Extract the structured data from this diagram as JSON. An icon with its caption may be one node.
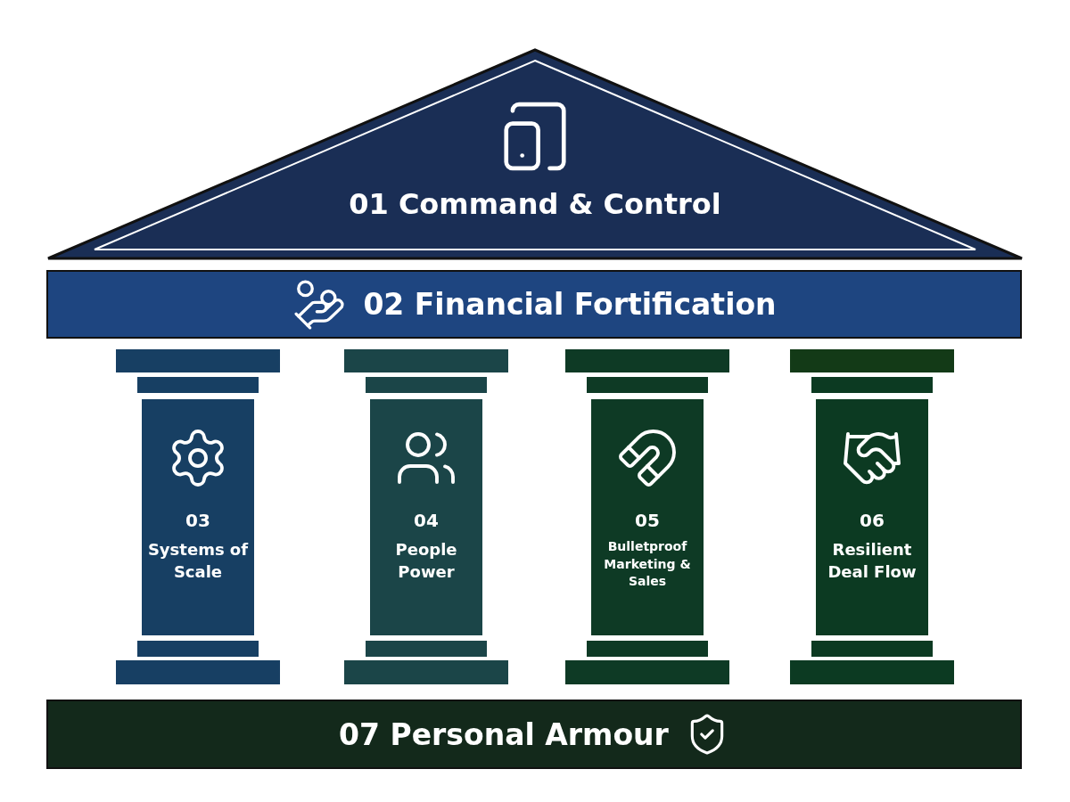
{
  "diagram": {
    "nodes": [
      {
        "text": [
          "01 Command & Control"
        ]
      },
      {
        "text": [
          "02 Financial Fortification"
        ]
      },
      {
        "text": [
          "03",
          "Systems of Scale"
        ]
      },
      {
        "text": [
          "04",
          "People Power"
        ]
      },
      {
        "text": [
          "05",
          "Bulletproof Marketing & Sales"
        ]
      },
      {
        "text": [
          "06",
          "Resilient Deal Flow"
        ]
      },
      {
        "text": [
          "07 Personal Armour"
        ]
      }
    ]
  }
}
